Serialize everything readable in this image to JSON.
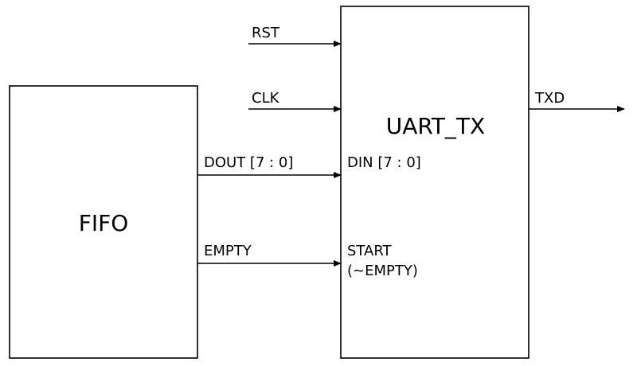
{
  "blocks": {
    "fifo": "FIFO",
    "uart_tx": "UART_TX"
  },
  "signals": {
    "rst": "RST",
    "clk": "CLK",
    "txd": "TXD",
    "dout": "DOUT [7 : 0]",
    "din": "DIN [7 : 0]",
    "empty": "EMPTY",
    "start": "START",
    "start_note": "(~EMPTY)"
  },
  "colors": {
    "line": "#000000",
    "background": "#ffffff"
  }
}
